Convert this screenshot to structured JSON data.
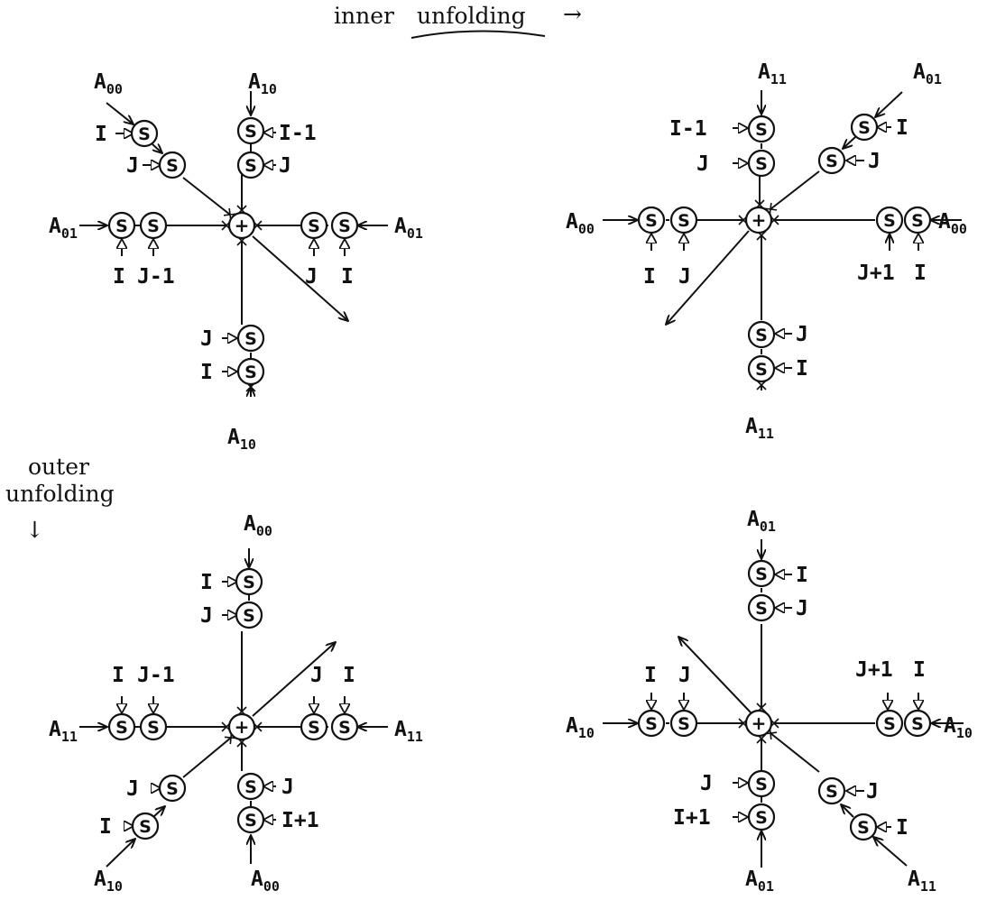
{
  "header": {
    "inner_label_1": "inner",
    "inner_label_2": "unfolding",
    "inner_arrow": "→",
    "outer_label_1": "outer",
    "outer_label_2": "unfolding",
    "outer_arrow": "↓"
  },
  "node_labels": {
    "S": "S",
    "plus": "+"
  },
  "labels": {
    "A": "A",
    "s00": "00",
    "s01": "01",
    "s10": "10",
    "s11": "11",
    "I": "I",
    "J": "J",
    "Im1": "I-1",
    "Jm1": "J-1",
    "Jp1": "J+1",
    "Ip1": "I+1"
  },
  "colors": {
    "ink": "#111111",
    "paper": "#ffffff"
  }
}
